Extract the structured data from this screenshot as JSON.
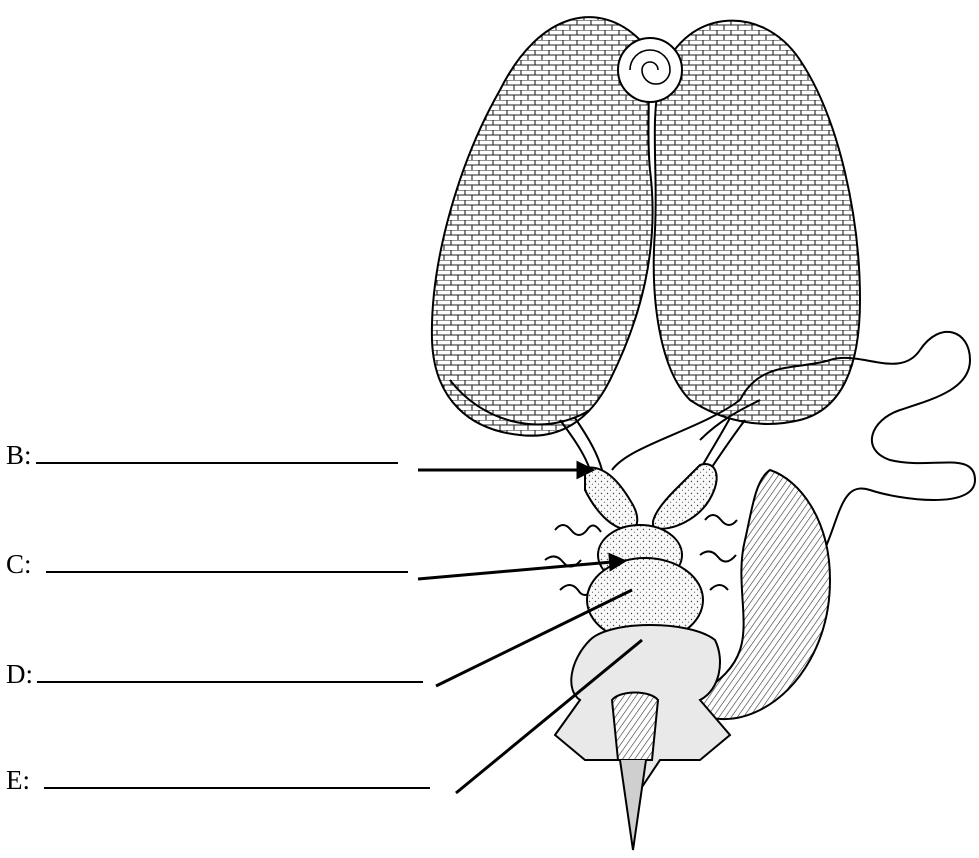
{
  "labels": [
    {
      "key": "B:"
    },
    {
      "key": "C:"
    },
    {
      "key": "D:"
    },
    {
      "key": "E:"
    }
  ],
  "colors": {
    "ink": "#000000",
    "paper": "#ffffff",
    "shade": "#e9e9e9"
  }
}
